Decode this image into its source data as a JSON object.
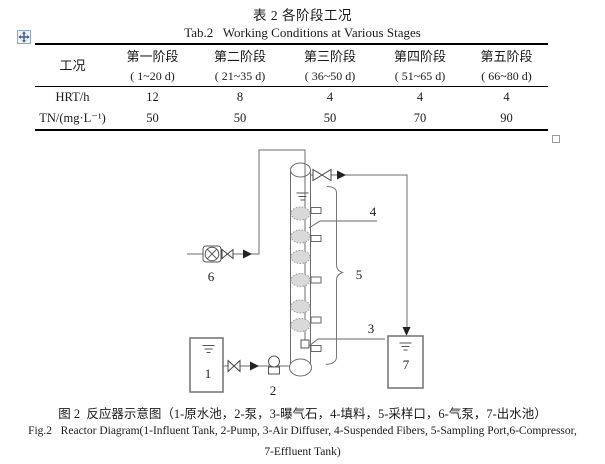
{
  "table_section": {
    "title_cn": "表 2 各阶段工况",
    "title_en": "Tab.2   Working Conditions at Various Stages",
    "header_col": "工况",
    "stages": [
      {
        "name": "第一阶段",
        "range": "( 1~20 d)"
      },
      {
        "name": "第二阶段",
        "range": "( 21~35 d)"
      },
      {
        "name": "第三阶段",
        "range": "( 36~50 d)"
      },
      {
        "name": "第四阶段",
        "range": "( 51~65 d)"
      },
      {
        "name": "第五阶段",
        "range": "( 66~80 d)"
      }
    ],
    "rows": [
      {
        "label": "HRT/h",
        "values": [
          "12",
          "8",
          "4",
          "4",
          "4"
        ]
      },
      {
        "label": "TN/(mg·L⁻¹)",
        "values": [
          "50",
          "50",
          "50",
          "70",
          "90"
        ]
      }
    ]
  },
  "diagram": {
    "labels": {
      "influent_tank": "1",
      "pump": "2",
      "air_diffuser": "3",
      "suspended_fibers": "4",
      "sampling_port": "5",
      "compressor": "6",
      "effluent_tank": "7"
    }
  },
  "captions": {
    "cn": "图 2  反应器示意图（1-原水池，2-泵，3-曝气石，4-填料，5-采样口，6-气泵，7-出水池）",
    "en_line1": "Fig.2   Reactor Diagram(1-Influent Tank, 2-Pump, 3-Air Diffuser, 4-Suspended Fibers, 5-Sampling Port,6-Compressor,",
    "en_line2": "7-Effluent Tank)"
  },
  "colors": {
    "line": "#6e6e6e",
    "fiber_fill": "#d9d9d9",
    "table_border": "#000000",
    "handle_arrow": "#3b5a8f"
  }
}
